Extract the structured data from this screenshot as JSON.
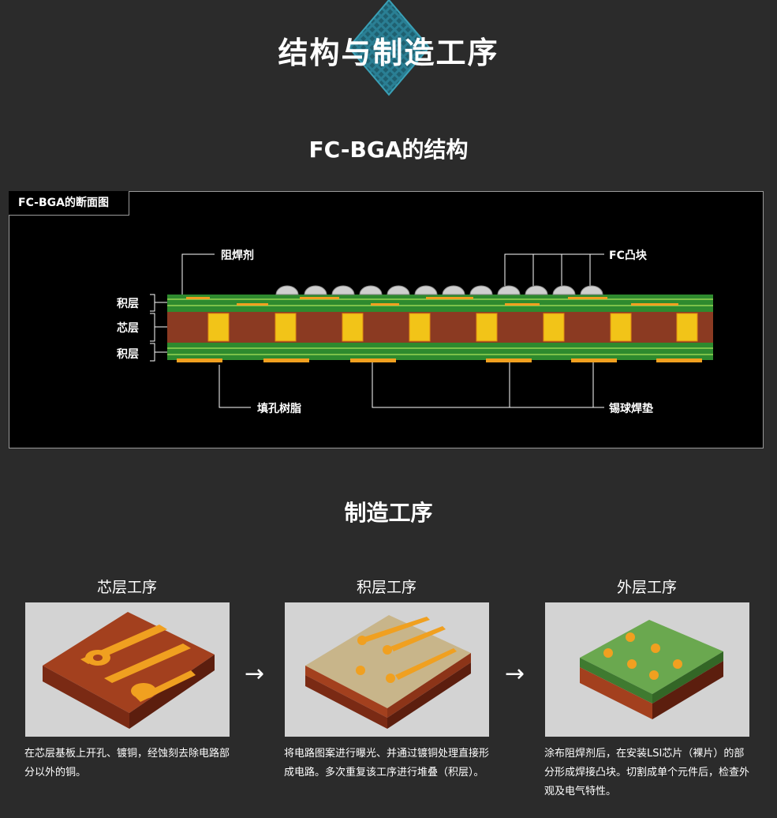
{
  "header": {
    "title": "结构与制造工序"
  },
  "structure": {
    "title": "FC-BGA的结构",
    "panel_tab": "FC-BGA的断面图",
    "labels": {
      "solder_resist": "阻焊剂",
      "fc_bump": "FC凸块",
      "buildup_top": "积层",
      "core": "芯层",
      "buildup_bottom": "积层",
      "filling_resin": "填孔树脂",
      "solder_ball_pad": "锡球焊垫"
    }
  },
  "process": {
    "title": "制造工序",
    "steps": [
      {
        "title": "芯层工序",
        "desc": "在芯层基板上开孔、镀铜，经蚀刻去除电路部分以外的铜。"
      },
      {
        "title": "积层工序",
        "desc": "将电路图案进行曝光、并通过镀铜处理直接形成电路。多次重复该工序进行堆叠（积层）。"
      },
      {
        "title": "外层工序",
        "desc": "涂布阻焊剂后，在安装LSI芯片（裸片）的部分形成焊接凸块。切割成单个元件后，检查外观及电气特性。"
      }
    ]
  },
  "colors": {
    "background": "#2b2b2b",
    "core": "#8b3a22",
    "buildup": "#2e8a2e",
    "via": "#f0c020",
    "accent": "#2a7f94"
  }
}
